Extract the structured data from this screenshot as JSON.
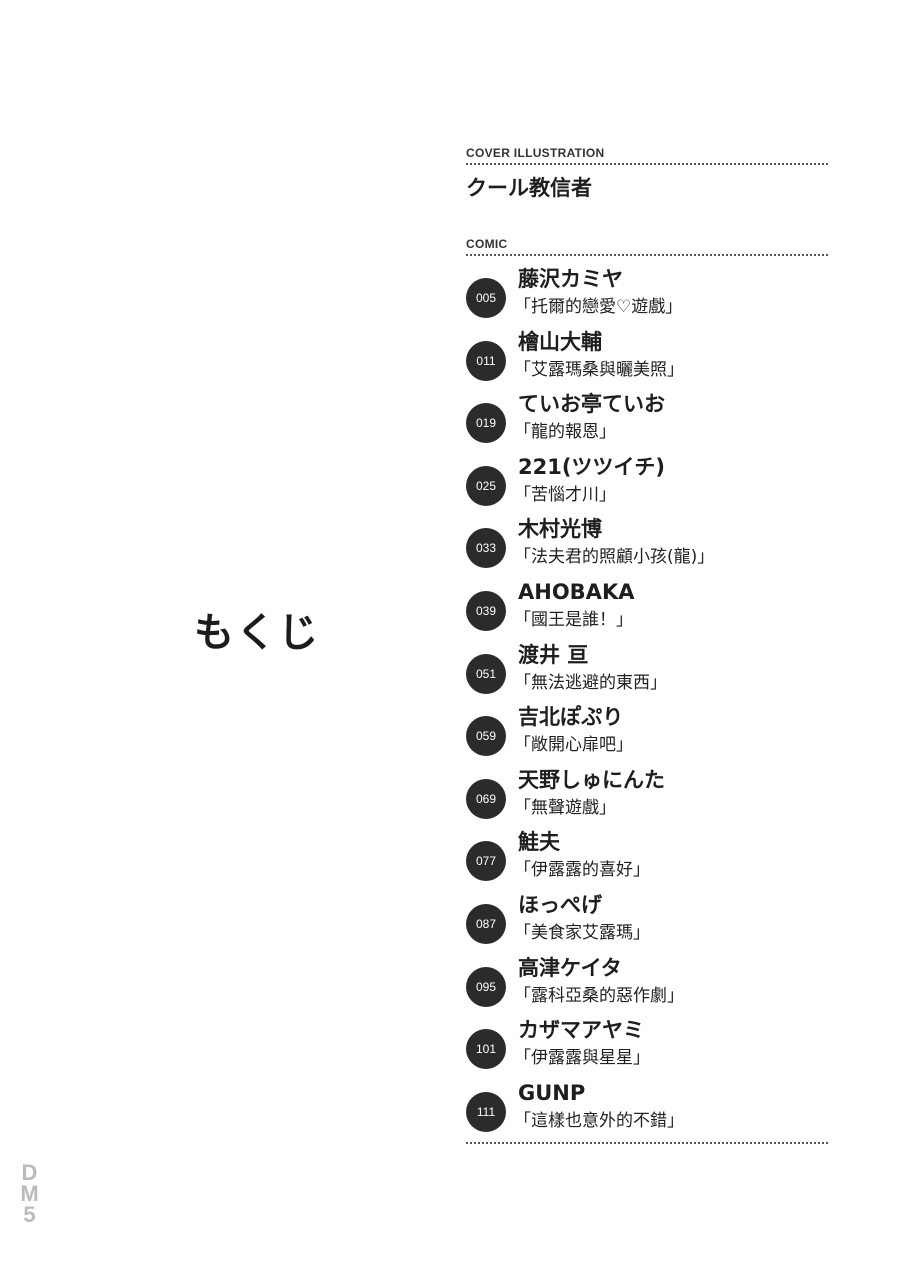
{
  "page_title": "もくじ",
  "cover": {
    "label": "COVER ILLUSTRATION",
    "artist": "クール教信者"
  },
  "comic": {
    "label": "COMIC",
    "entries": [
      {
        "page": "005",
        "author": "藤沢カミヤ",
        "title": "「托爾的戀愛♡遊戲」"
      },
      {
        "page": "011",
        "author": "檜山大輔",
        "title": "「艾露瑪桑與曬美照」"
      },
      {
        "page": "019",
        "author": "ていお亭ていお",
        "title": "「龍的報恩」"
      },
      {
        "page": "025",
        "author": "221(ツツイチ)",
        "title": "「苦惱才川」"
      },
      {
        "page": "033",
        "author": "木村光博",
        "title": "「法夫君的照顧小孩(龍)」"
      },
      {
        "page": "039",
        "author": "AHOBAKA",
        "title": "「國王是誰！」"
      },
      {
        "page": "051",
        "author": "渡井 亘",
        "title": "「無法逃避的東西」"
      },
      {
        "page": "059",
        "author": "吉北ぽぷり",
        "title": "「敞開心扉吧」"
      },
      {
        "page": "069",
        "author": "天野しゅにんた",
        "title": "「無聲遊戲」"
      },
      {
        "page": "077",
        "author": "鮭夫",
        "title": "「伊露露的喜好」"
      },
      {
        "page": "087",
        "author": "ほっぺげ",
        "title": "「美食家艾露瑪」"
      },
      {
        "page": "095",
        "author": "高津ケイタ",
        "title": "「露科亞桑的惡作劇」"
      },
      {
        "page": "101",
        "author": "カザマアヤミ",
        "title": "「伊露露與星星」"
      },
      {
        "page": "111",
        "author": "GUNP",
        "title": "「這樣也意外的不錯」"
      }
    ]
  },
  "watermark": "DM5"
}
